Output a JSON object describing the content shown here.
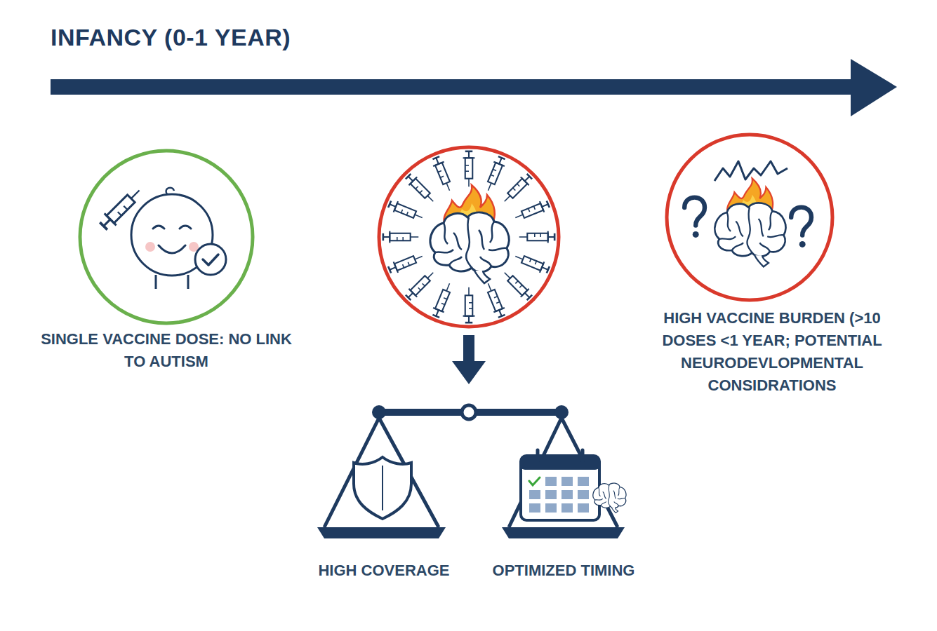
{
  "diagram": {
    "title": "INFANCY (0-1 YEAR)",
    "nodes": [
      {
        "text": [
          "SINGLE VACCINE DOSE: NO LINK TO AUTISM"
        ]
      },
      {
        "text": [
          "HIGH VACCINE BURDEN (>10 DOSES <1 YEAR; POTENTIAL NEURODEVLOPMENTAL CONSIDRATIONS"
        ]
      }
    ],
    "labels": [
      "HIGH COVERAGE",
      "OPTIMIZED TIMING"
    ]
  }
}
